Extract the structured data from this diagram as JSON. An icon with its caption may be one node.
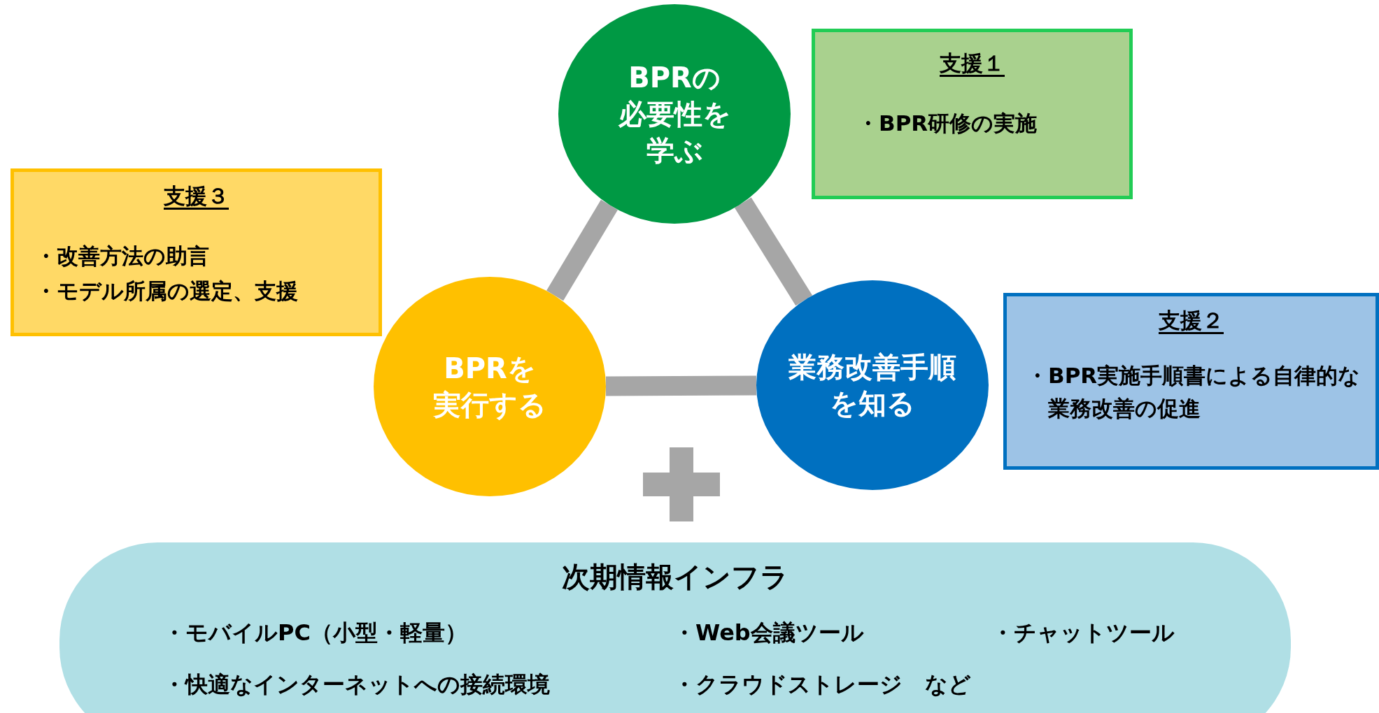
{
  "diagram": {
    "nodes": [
      {
        "text": [
          "BPRの必要性を学ぶ"
        ]
      },
      {
        "text": [
          "業務改善手順を知る"
        ]
      },
      {
        "text": [
          "BPRを実行する"
        ]
      },
      {
        "text": [
          "支援１",
          "・BPR研修の実施"
        ]
      },
      {
        "text": [
          "支援２",
          "・BPR実施手順書による自律的な業務改善の促進"
        ]
      },
      {
        "text": [
          "支援３",
          "・改善方法の助言",
          "・モデル所属の選定、支援"
        ]
      },
      {
        "text": [
          "次期情報インフラ",
          "・モバイルPC（小型・軽量）",
          "・Web会議ツール",
          "・チャットツール",
          "・快適なインターネットへの接続環境",
          "・クラウドストレージ　など"
        ]
      }
    ],
    "edges": [
      {
        "from": 0,
        "to": 1,
        "arrow": "none"
      },
      {
        "from": 1,
        "to": 2,
        "arrow": "none"
      },
      {
        "from": 2,
        "to": 0,
        "arrow": "none"
      }
    ]
  }
}
